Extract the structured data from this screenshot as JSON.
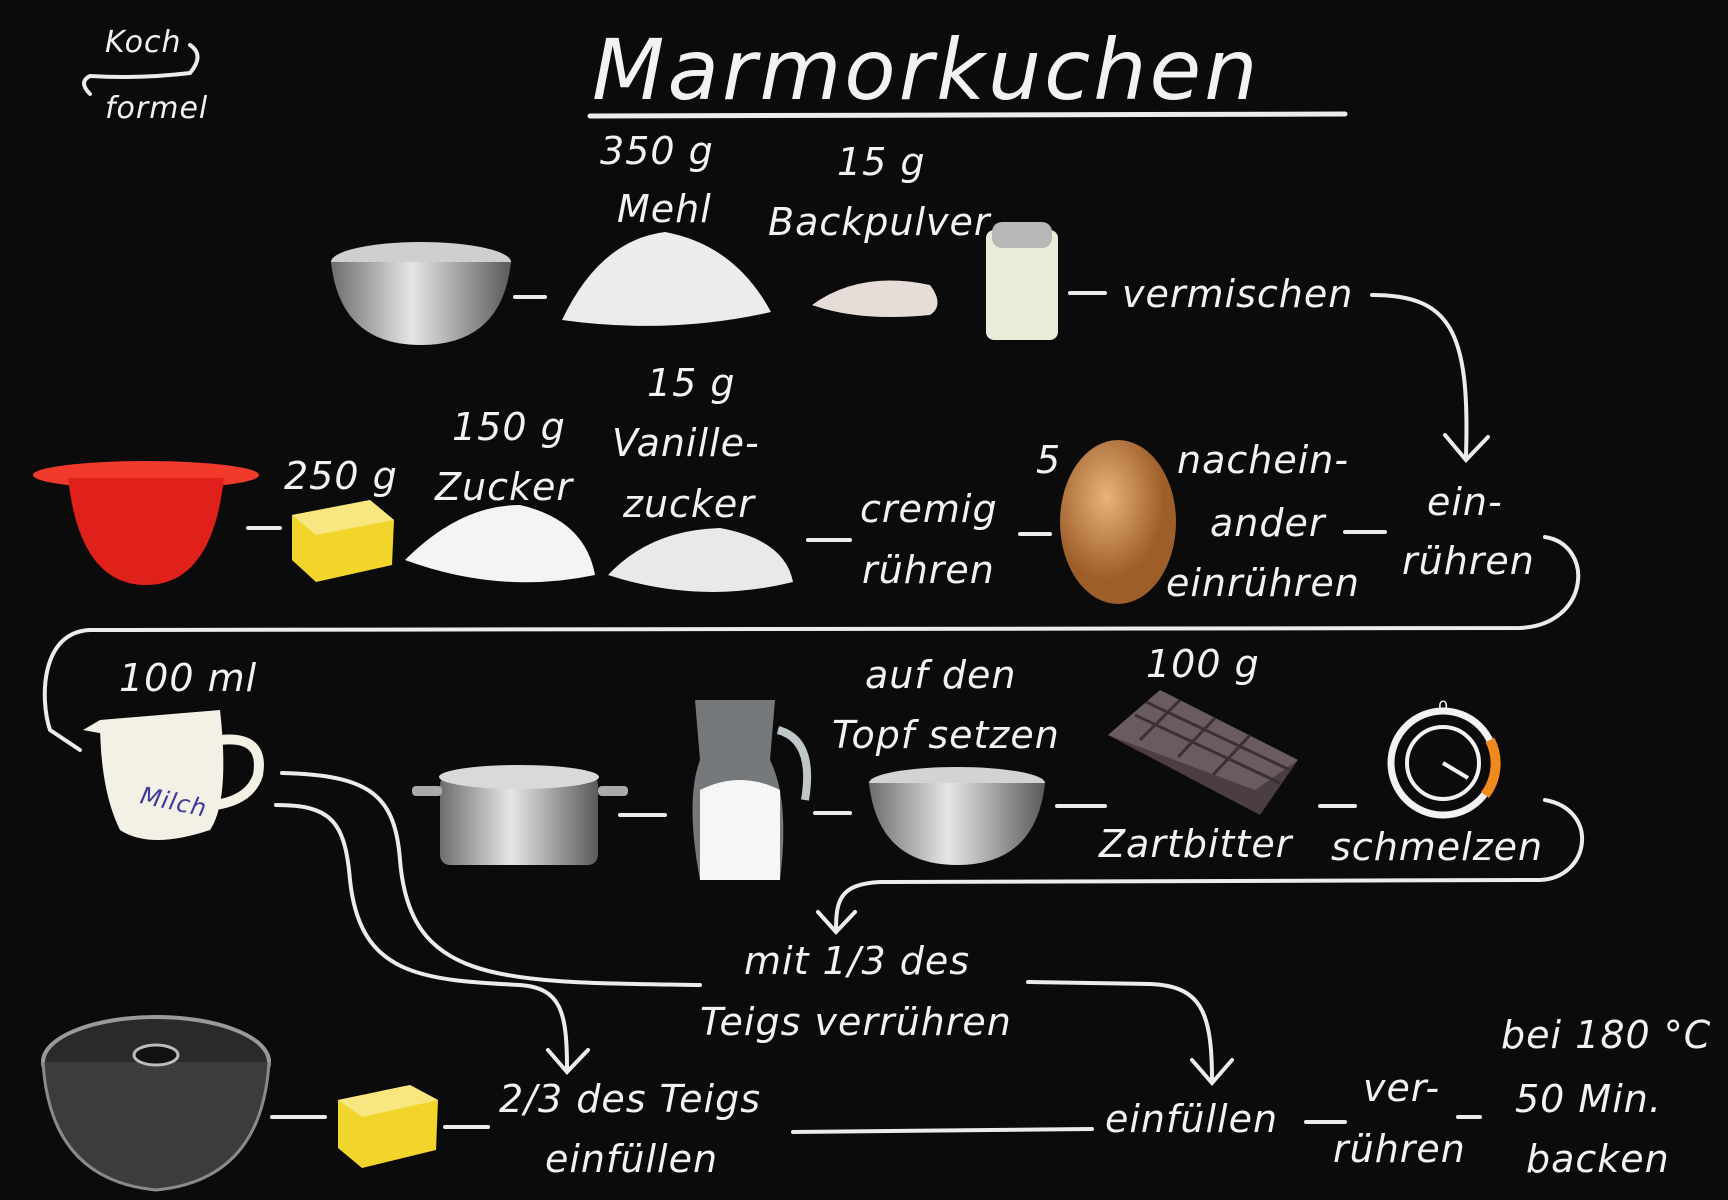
{
  "logo": {
    "line1": "Koch",
    "line2": "formel"
  },
  "title": "Marmorkuchen",
  "row1": {
    "flour_amount": "350 g",
    "flour": "Mehl",
    "baking_powder_amount": "15 g",
    "baking_powder": "Backpulver",
    "action": "vermischen"
  },
  "row2": {
    "butter_amount": "250 g",
    "sugar_amount": "150 g",
    "sugar": "Zucker",
    "vanilla_amount": "15 g",
    "vanilla_line1": "Vanille-",
    "vanilla_line2": "zucker",
    "cream_line1": "cremig",
    "cream_line2": "rühren",
    "eggs_count": "5",
    "eggs_line1": "nachein-",
    "eggs_line2": "ander",
    "eggs_line3": "einrühren",
    "stir_line1": "ein-",
    "stir_line2": "rühren"
  },
  "row3": {
    "milk_amount": "100 ml",
    "milk_label": "Milch",
    "pot_line1": "auf den",
    "pot_line2": "Topf setzen",
    "choc_amount": "100 g",
    "choc": "Zartbitter",
    "melt": "schmelzen"
  },
  "middle": {
    "line1": "mit 1/3 des",
    "line2": "Teigs verrühren"
  },
  "row4": {
    "fill_line1": "2/3 des Teigs",
    "fill_line2": "einfüllen",
    "fill2": "einfüllen",
    "mix_line1": "ver-",
    "mix_line2": "rühren",
    "bake_line1": "bei 180 °C",
    "bake_line2": "50 Min.",
    "bake_line3": "backen"
  },
  "colors": {
    "background": "#0b0b0b",
    "chalk": "#f2f2f2",
    "bowl_red": "#e0201a",
    "butter": "#f2d52a",
    "egg": "#c98a4a",
    "chocolate": "#4a3e44",
    "timer_accent": "#f08a1c"
  }
}
